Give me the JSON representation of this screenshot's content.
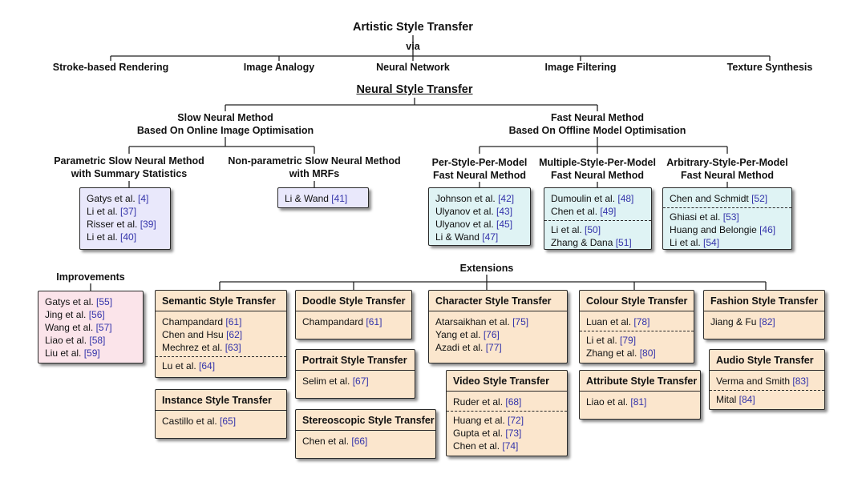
{
  "root": {
    "title": "Artistic Style Transfer",
    "via": "via"
  },
  "categories": [
    "Stroke-based Rendering",
    "Image Analogy",
    "Neural Network",
    "Image Filtering",
    "Texture Synthesis"
  ],
  "nst_title": "Neural Style Transfer",
  "slow": {
    "title_l1": "Slow Neural Method",
    "title_l2": "Based On Online Image Optimisation",
    "param_l1": "Parametric Slow Neural Method",
    "param_l2": "with Summary Statistics",
    "nonparam_l1": "Non-parametric Slow Neural Method",
    "nonparam_l2": "with MRFs"
  },
  "fast": {
    "title_l1": "Fast Neural Method",
    "title_l2": "Based On Offline Model Optimisation",
    "psm_l1": "Per-Style-Per-Model",
    "psm_l2": "Fast Neural Method",
    "msm_l1": "Multiple-Style-Per-Model",
    "msm_l2": "Fast Neural Method",
    "asm_l1": "Arbitrary-Style-Per-Model",
    "asm_l2": "Fast Neural Method"
  },
  "improvements_title": "Improvements",
  "extensions_title": "Extensions",
  "boxes": [
    {
      "id": "param",
      "groups": [
        [
          [
            "Gatys et al. ",
            "[4]"
          ],
          [
            "Li et al. ",
            "[37]"
          ],
          [
            "Risser et al. ",
            "[39]"
          ],
          [
            "Li et al. ",
            "[40]"
          ]
        ]
      ]
    },
    {
      "id": "nonparam",
      "groups": [
        [
          [
            "Li & Wand ",
            "[41]"
          ]
        ]
      ]
    },
    {
      "id": "psm",
      "groups": [
        [
          [
            "Johnson et al. ",
            "[42]"
          ],
          [
            "Ulyanov et al. ",
            "[43]"
          ],
          [
            "Ulyanov et al. ",
            "[45]"
          ],
          [
            "Li & Wand ",
            "[47]"
          ]
        ]
      ]
    },
    {
      "id": "msm",
      "groups": [
        [
          [
            "Dumoulin et al. ",
            "[48]"
          ],
          [
            "Chen et al. ",
            "[49]"
          ]
        ],
        [
          [
            "Li et al. ",
            "[50]"
          ],
          [
            "Zhang & Dana ",
            "[51]"
          ]
        ]
      ]
    },
    {
      "id": "asm",
      "groups": [
        [
          [
            "Chen and Schmidt ",
            "[52]"
          ]
        ],
        [
          [
            "Ghiasi et al. ",
            "[53]"
          ],
          [
            "Huang and Belongie ",
            "[46]"
          ],
          [
            "Li et al. ",
            "[54]"
          ]
        ]
      ]
    },
    {
      "id": "impr",
      "groups": [
        [
          [
            "Gatys et al. ",
            "[55]"
          ],
          [
            "Jing et al. ",
            "[56]"
          ],
          [
            "Wang et al. ",
            "[57]"
          ],
          [
            "Liao et al. ",
            "[58]"
          ],
          [
            "Liu et al. ",
            "[59]"
          ]
        ]
      ]
    },
    {
      "id": "semantic",
      "title": "Semantic Style Transfer",
      "groups": [
        [
          [
            "Champandard ",
            "[61]"
          ],
          [
            "Chen and Hsu ",
            "[62]"
          ],
          [
            "Mechrez et al. ",
            "[63]"
          ]
        ],
        [
          [
            "Lu et al. ",
            "[64]"
          ]
        ]
      ]
    },
    {
      "id": "instance",
      "title": "Instance Style Transfer",
      "groups": [
        [
          [
            "Castillo et al. ",
            "[65]"
          ]
        ]
      ]
    },
    {
      "id": "doodle",
      "title": "Doodle Style Transfer",
      "groups": [
        [
          [
            "Champandard ",
            "[61]"
          ]
        ]
      ]
    },
    {
      "id": "portrait",
      "title": "Portrait Style Transfer",
      "groups": [
        [
          [
            "Selim et al. ",
            "[67]"
          ]
        ]
      ]
    },
    {
      "id": "stereo",
      "title": "Stereoscopic Style Transfer",
      "groups": [
        [
          [
            "Chen et al. ",
            "[66]"
          ]
        ]
      ]
    },
    {
      "id": "character",
      "title": "Character Style Transfer",
      "groups": [
        [
          [
            "Atarsaikhan et al. ",
            "[75]"
          ],
          [
            "Yang et al. ",
            "[76]"
          ],
          [
            "Azadi et al. ",
            "[77]"
          ]
        ]
      ]
    },
    {
      "id": "video",
      "title": "Video Style Transfer",
      "groups": [
        [
          [
            "Ruder et al. ",
            "[68]"
          ]
        ],
        [
          [
            "Huang et al. ",
            "[72]"
          ],
          [
            "Gupta et al. ",
            "[73]"
          ],
          [
            "Chen et al. ",
            "[74]"
          ]
        ]
      ]
    },
    {
      "id": "colour",
      "title": "Colour Style Transfer",
      "groups": [
        [
          [
            "Luan et al. ",
            "[78]"
          ]
        ],
        [
          [
            "Li et al. ",
            "[79]"
          ],
          [
            "Zhang et al. ",
            "[80]"
          ]
        ]
      ]
    },
    {
      "id": "attribute",
      "title": "Attribute Style Transfer",
      "groups": [
        [
          [
            "Liao et al. ",
            "[81]"
          ]
        ]
      ]
    },
    {
      "id": "fashion",
      "title": "Fashion Style Transfer",
      "groups": [
        [
          [
            "Jiang & Fu ",
            "[82]"
          ]
        ]
      ]
    },
    {
      "id": "audio",
      "title": "Audio Style Transfer",
      "groups": [
        [
          [
            "Verma and Smith ",
            "[83]"
          ]
        ],
        [
          [
            "Mital ",
            "[84]"
          ]
        ]
      ]
    }
  ],
  "colors": {
    "purple_box": "#e9e8fb",
    "cyan_box": "#dff3f4",
    "pink_box": "#fbe4ea",
    "tan_box": "#fbe6cd",
    "reference_text": "#3333aa"
  }
}
